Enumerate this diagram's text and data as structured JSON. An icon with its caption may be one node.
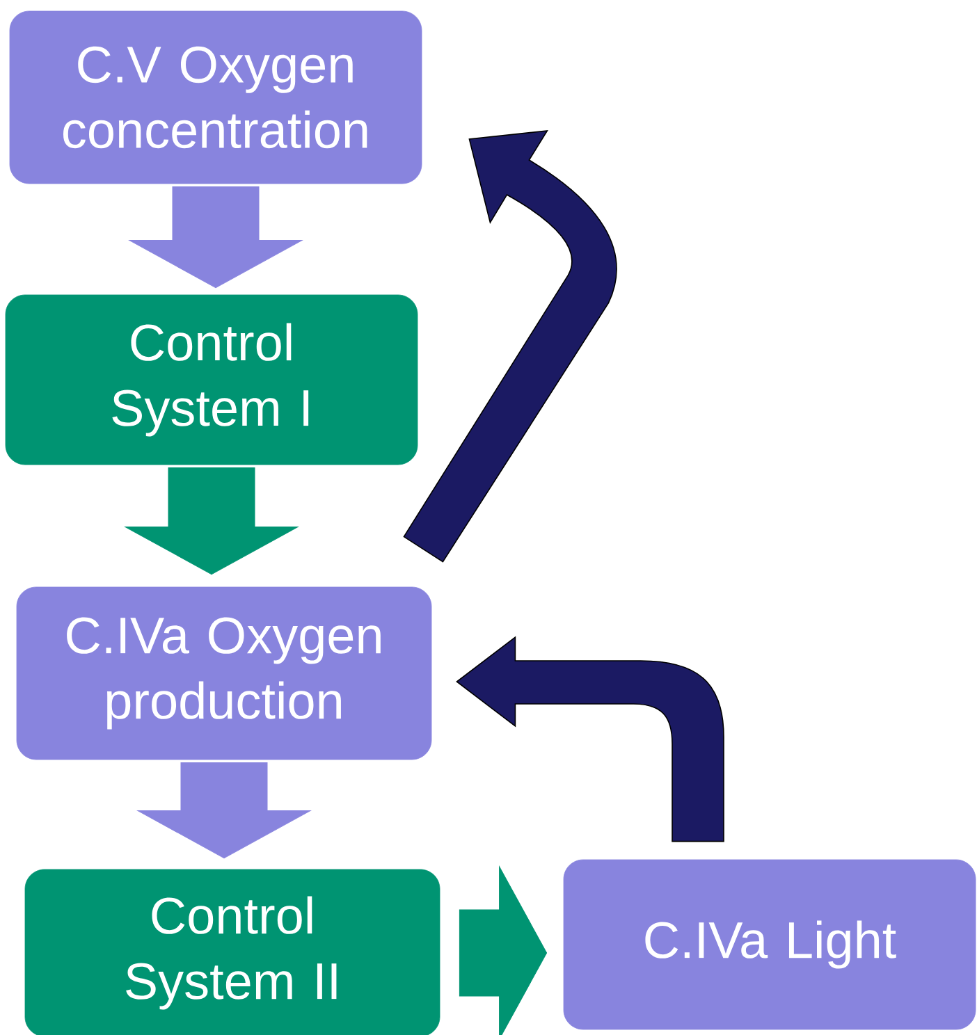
{
  "diagram": {
    "nodes": [
      {
        "text": [
          "C.V Oxygen concentration"
        ]
      },
      {
        "text": [
          "Control System I"
        ]
      },
      {
        "text": [
          "C.IVa Oxygen production"
        ]
      },
      {
        "text": [
          "Control System II"
        ]
      },
      {
        "text": [
          "C.IVa Light"
        ]
      }
    ],
    "edges": [
      {
        "from": 0,
        "to": 1,
        "arrow": "to",
        "style": "thick",
        "color": "#8884de"
      },
      {
        "from": 1,
        "to": 2,
        "arrow": "to",
        "style": "thick",
        "color": "#009472"
      },
      {
        "from": 2,
        "to": 3,
        "arrow": "to",
        "style": "thick",
        "color": "#8884de"
      },
      {
        "from": 3,
        "to": 4,
        "arrow": "to",
        "style": "thick",
        "color": "#009472"
      },
      {
        "from": 2,
        "to": 0,
        "arrow": "to",
        "style": "thick",
        "color": "#1b1a63"
      },
      {
        "from": 4,
        "to": 2,
        "arrow": "to",
        "style": "thick",
        "color": "#1b1a63"
      }
    ]
  }
}
